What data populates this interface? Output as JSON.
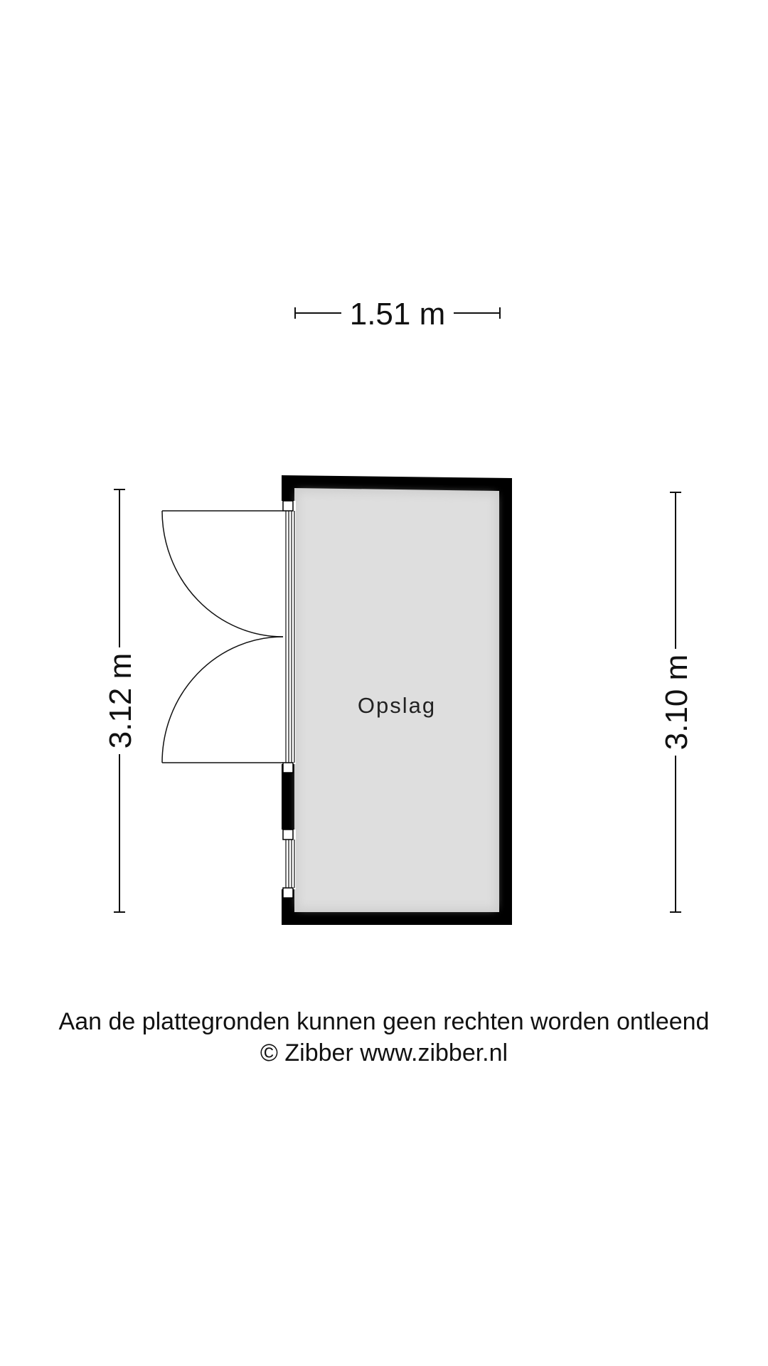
{
  "floorplan": {
    "room_label": "Opslag",
    "dimension_top": "1.51 m",
    "dimension_left": "3.12 m",
    "dimension_right": "3.10 m",
    "colors": {
      "wall": "#000000",
      "floor": "#dcdcdc",
      "line": "#111111"
    }
  },
  "footer": {
    "disclaimer": "Aan de plattegronden kunnen geen rechten worden ontleend",
    "copyright": "© Zibber www.zibber.nl"
  }
}
